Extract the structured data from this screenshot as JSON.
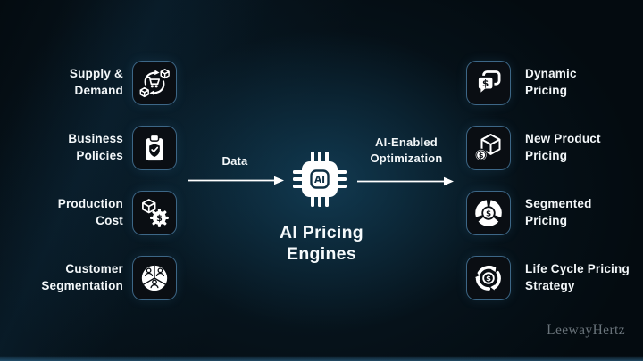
{
  "diagram": {
    "inputs": [
      {
        "label_lines": [
          "Supply &",
          "Demand"
        ],
        "icon": "supply-demand-icon"
      },
      {
        "label_lines": [
          "Business",
          "Policies"
        ],
        "icon": "business-policies-icon"
      },
      {
        "label_lines": [
          "Production",
          "Cost"
        ],
        "icon": "production-cost-icon"
      },
      {
        "label_lines": [
          "Customer",
          "Segmentation"
        ],
        "icon": "customer-segmentation-icon"
      }
    ],
    "outputs": [
      {
        "label_lines": [
          "Dynamic",
          "Pricing"
        ],
        "icon": "dynamic-pricing-icon"
      },
      {
        "label_lines": [
          "New Product",
          "Pricing"
        ],
        "icon": "new-product-pricing-icon"
      },
      {
        "label_lines": [
          "Segmented",
          "Pricing"
        ],
        "icon": "segmented-pricing-icon"
      },
      {
        "label_lines": [
          "Life Cycle Pricing",
          "Strategy"
        ],
        "icon": "lifecycle-pricing-icon"
      }
    ],
    "flow": {
      "left_arrow_label": "Data",
      "right_arrow_label_lines": [
        "AI-Enabled",
        "Optimization"
      ]
    },
    "center": {
      "chip_label": "AI",
      "caption_lines": [
        "AI Pricing",
        "Engines"
      ]
    },
    "icon_glyphs": {
      "dollar": "$"
    },
    "watermark": "LeewayHertz",
    "colors": {
      "background": "#040b10",
      "center_glow": "#15506f",
      "tile_background": "#0a0e13",
      "tile_border": "#3d6787",
      "text": "#f3f7f9",
      "arrow": "#ffffff",
      "watermark_text": "#6a747b"
    }
  }
}
